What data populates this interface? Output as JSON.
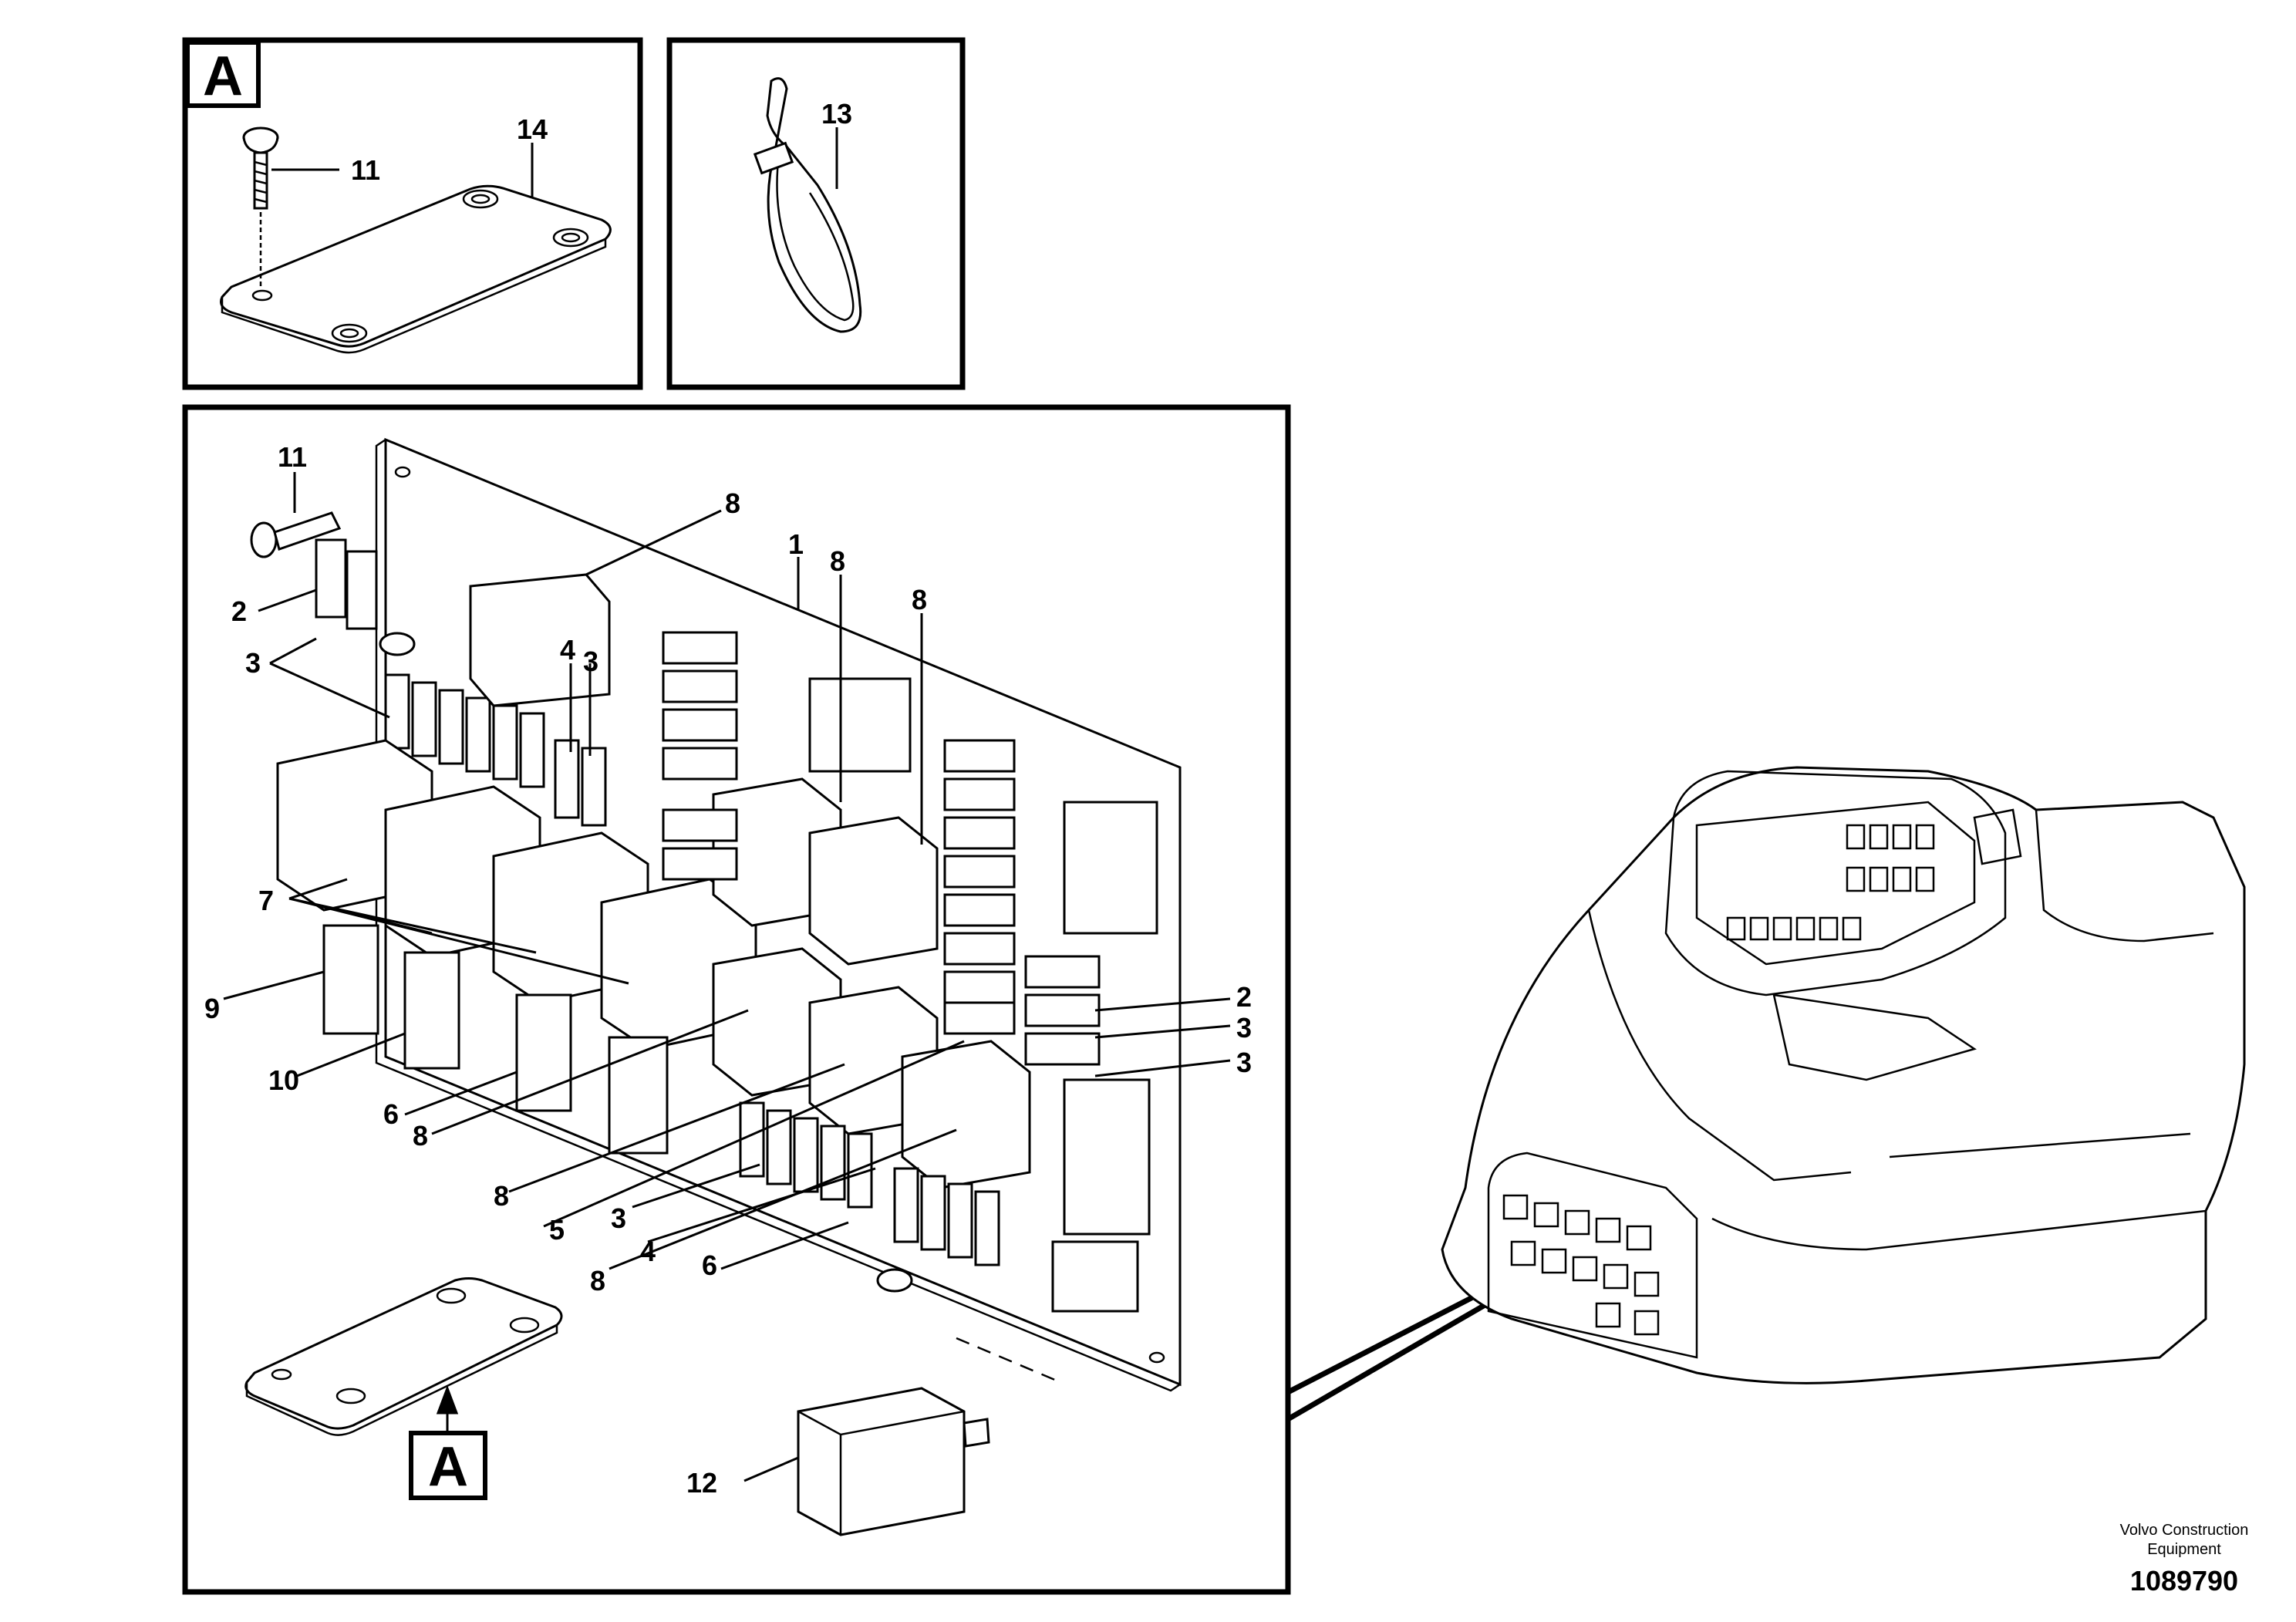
{
  "detail_a": {
    "letter": "A",
    "callouts": [
      "11",
      "14"
    ]
  },
  "detail_tie": {
    "callouts": [
      "13"
    ]
  },
  "main_view": {
    "callouts": [
      "11",
      "8",
      "1",
      "8",
      "8",
      "2",
      "3",
      "4",
      "3",
      "7",
      "9",
      "10",
      "6",
      "8",
      "8",
      "5",
      "3",
      "4",
      "8",
      "6",
      "2",
      "3",
      "3",
      "12"
    ],
    "cover_letter": "A"
  },
  "footer": {
    "line1": "Volvo Construction",
    "line2": "Equipment",
    "part_id": "1089790"
  }
}
